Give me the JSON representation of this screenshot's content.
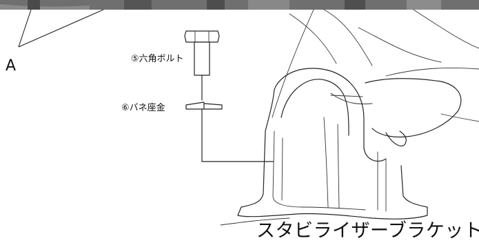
{
  "labels": {
    "callout_a": "A",
    "bolt": "⑤六角ボルト",
    "washer": "⑥バネ座金",
    "bracket": "スタビライザーブラケット"
  },
  "colors": {
    "line": "#222222",
    "photo": "#6f6f6f",
    "background": "#ffffff"
  }
}
